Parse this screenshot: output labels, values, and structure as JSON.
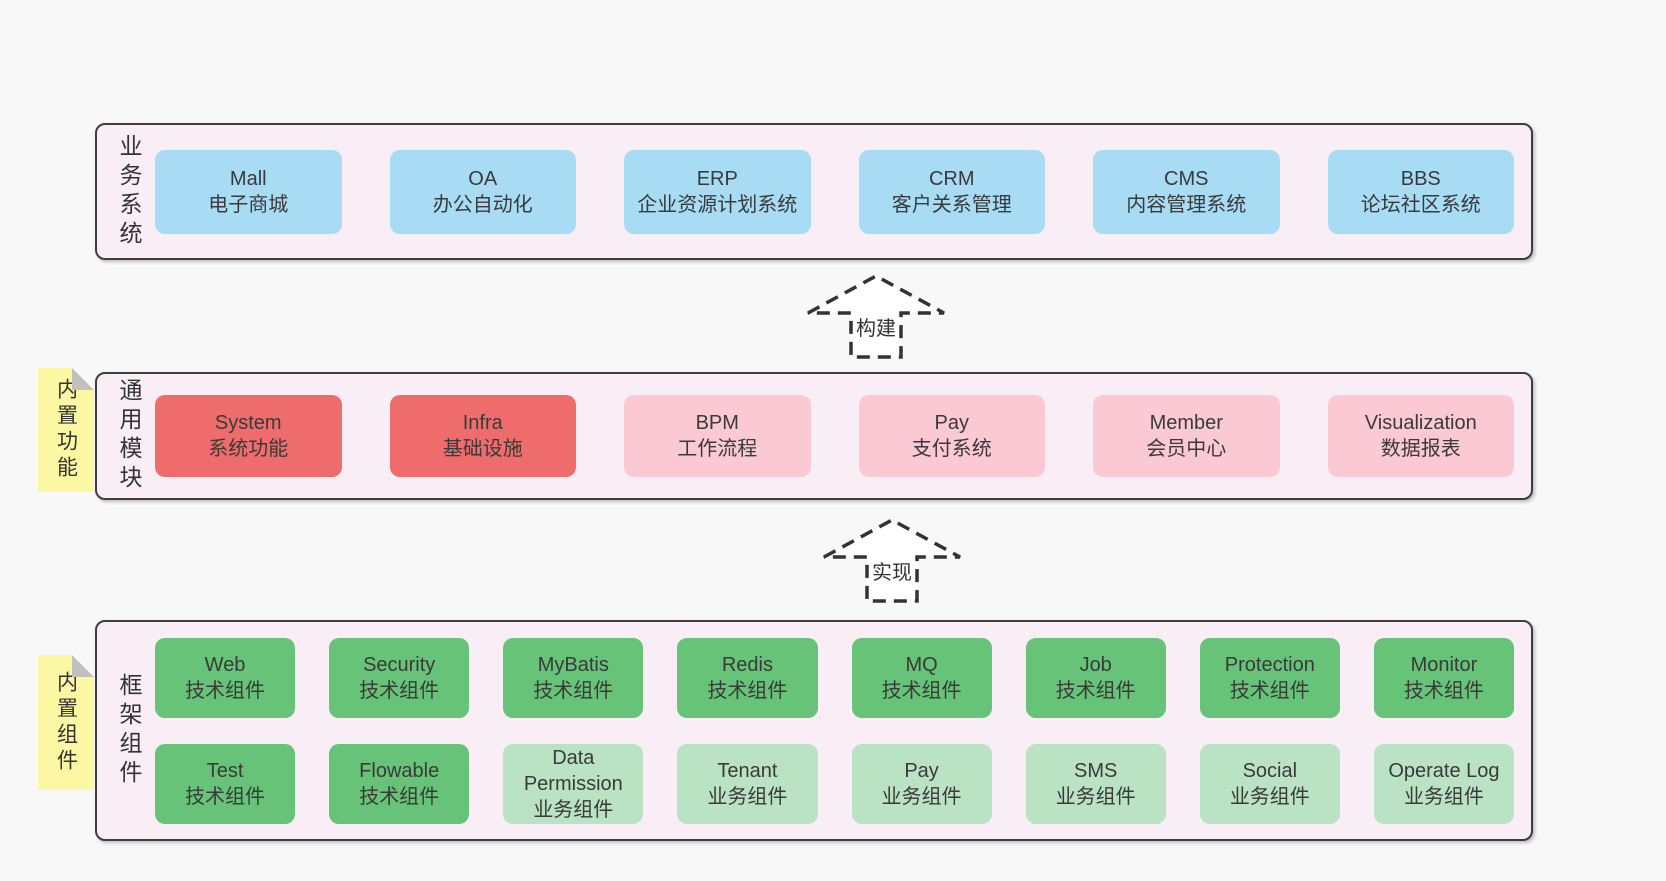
{
  "diagram": {
    "panels": [
      {
        "label": "业务系统",
        "boxes": [
          {
            "name": "Mall",
            "desc": "电子商城"
          },
          {
            "name": "OA",
            "desc": "办公自动化"
          },
          {
            "name": "ERP",
            "desc": "企业资源计划系统"
          },
          {
            "name": "CRM",
            "desc": "客户关系管理"
          },
          {
            "name": "CMS",
            "desc": "内容管理系统"
          },
          {
            "name": "BBS",
            "desc": "论坛社区系统"
          }
        ]
      },
      {
        "label": "通用模块",
        "tag": "内置功能",
        "boxes": [
          {
            "name": "System",
            "desc": "系统功能"
          },
          {
            "name": "Infra",
            "desc": "基础设施"
          },
          {
            "name": "BPM",
            "desc": "工作流程"
          },
          {
            "name": "Pay",
            "desc": "支付系统"
          },
          {
            "name": "Member",
            "desc": "会员中心"
          },
          {
            "name": "Visualization",
            "desc": "数据报表"
          }
        ]
      },
      {
        "label": "框架组件",
        "tag": "内置组件",
        "rows": [
          [
            {
              "name": "Web",
              "desc": "技术组件"
            },
            {
              "name": "Security",
              "desc": "技术组件"
            },
            {
              "name": "MyBatis",
              "desc": "技术组件"
            },
            {
              "name": "Redis",
              "desc": "技术组件"
            },
            {
              "name": "MQ",
              "desc": "技术组件"
            },
            {
              "name": "Job",
              "desc": "技术组件"
            },
            {
              "name": "Protection",
              "desc": "技术组件"
            },
            {
              "name": "Monitor",
              "desc": "技术组件"
            }
          ],
          [
            {
              "name": "Test",
              "desc": "技术组件"
            },
            {
              "name": "Flowable",
              "desc": "技术组件"
            },
            {
              "name": "Data Permission",
              "desc": "业务组件"
            },
            {
              "name": "Tenant",
              "desc": "业务组件"
            },
            {
              "name": "Pay",
              "desc": "业务组件"
            },
            {
              "name": "SMS",
              "desc": "业务组件"
            },
            {
              "name": "Social",
              "desc": "业务组件"
            },
            {
              "name": "Operate Log",
              "desc": "业务组件"
            }
          ]
        ]
      }
    ],
    "arrows": [
      {
        "label": "构建"
      },
      {
        "label": "实现"
      }
    ],
    "colors": {
      "page_bg": "#f8f8f8",
      "panel_bg": "#f9edf6",
      "panel_border": "#3e3e3e",
      "blue_box": "#a8dbf4",
      "red_box": "#ee6c6c",
      "pink_box": "#fac9d3",
      "green_box": "#66c377",
      "green_light_box": "#bae3c4",
      "tag_bg": "#fbf7a3",
      "tag_fold": "#c0c0c0",
      "text": "#3a3a3a"
    }
  }
}
